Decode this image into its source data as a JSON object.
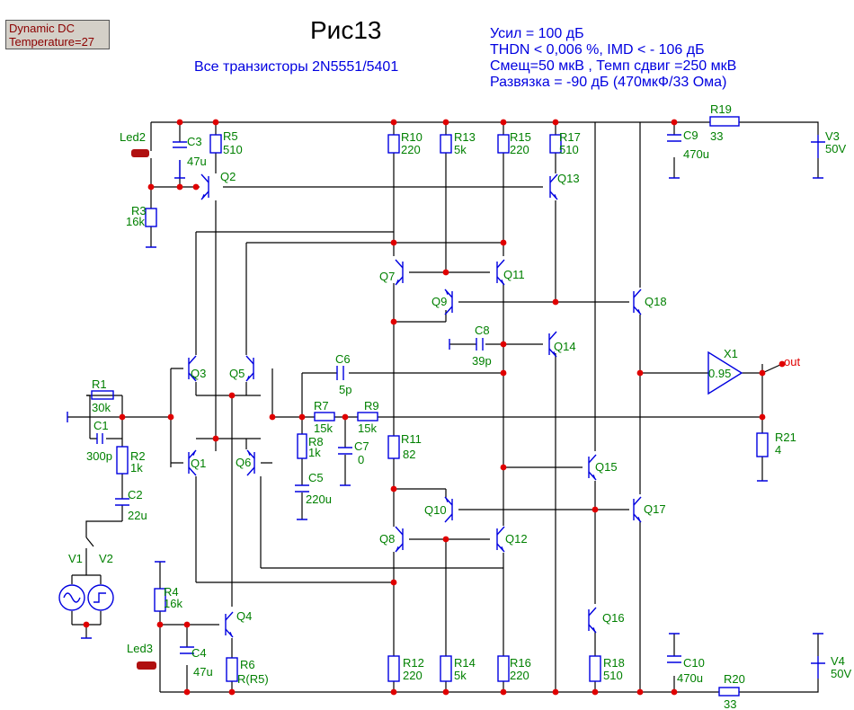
{
  "title": "Рис13",
  "subtitle": "Все транзисторы 2N5551/5401",
  "notes": [
    "Усил = 100 дБ",
    "THDN < 0,006 %, IMD < - 106 дБ",
    "Смещ=50 мкВ , Темп сдвиг =250 мкВ",
    "Развязка = -90 дБ (470мкФ/33 Ома)"
  ],
  "analysis_box": {
    "line1": "Dynamic DC",
    "line2": "Temperature=27"
  },
  "output_label": "out",
  "components": {
    "led2": "Led2",
    "led3": "Led3",
    "r1": "R1",
    "r1v": "30k",
    "r2": "R2",
    "r2v": "1k",
    "r3": "R3",
    "r3v": "16k",
    "r4": "R4",
    "r4v": "16k",
    "r5": "R5",
    "r5v": "510",
    "r6": "R6",
    "r6v": "R(R5)",
    "r7": "R7",
    "r7v": "15k",
    "r8": "R8",
    "r8v": "1k",
    "r9": "R9",
    "r9v": "15k",
    "r10": "R10",
    "r10v": "220",
    "r11": "R11",
    "r11v": "82",
    "r12": "R12",
    "r12v": "220",
    "r13": "R13",
    "r13v": "5k",
    "r14": "R14",
    "r14v": "5k",
    "r15": "R15",
    "r15v": "220",
    "r16": "R16",
    "r16v": "220",
    "r17": "R17",
    "r17v": "510",
    "r18": "R18",
    "r18v": "510",
    "r19": "R19",
    "r19v": "33",
    "r20": "R20",
    "r20v": "33",
    "r21": "R21",
    "r21v": "4",
    "c1": "C1",
    "c1v": "300p",
    "c2": "C2",
    "c2v": "22u",
    "c3": "C3",
    "c3v": "47u",
    "c4": "C4",
    "c4v": "47u",
    "c5": "C5",
    "c5v": "220u",
    "c6": "C6",
    "c6v": "5p",
    "c7": "C7",
    "c7v": "0",
    "c8": "C8",
    "c8v": "39p",
    "c9": "C9",
    "c9v": "470u",
    "c10": "C10",
    "c10v": "470u",
    "v1": "V1",
    "v2": "V2",
    "v3": "V3",
    "v3v": "50V",
    "v4": "V4",
    "v4v": "50V",
    "x1": "X1",
    "x1v": "0.95",
    "q1": "Q1",
    "q2": "Q2",
    "q3": "Q3",
    "q4": "Q4",
    "q5": "Q5",
    "q6": "Q6",
    "q7": "Q7",
    "q8": "Q8",
    "q9": "Q9",
    "q10": "Q10",
    "q11": "Q11",
    "q12": "Q12",
    "q13": "Q13",
    "q14": "Q14",
    "q15": "Q15",
    "q16": "Q16",
    "q17": "Q17",
    "q18": "Q18"
  }
}
